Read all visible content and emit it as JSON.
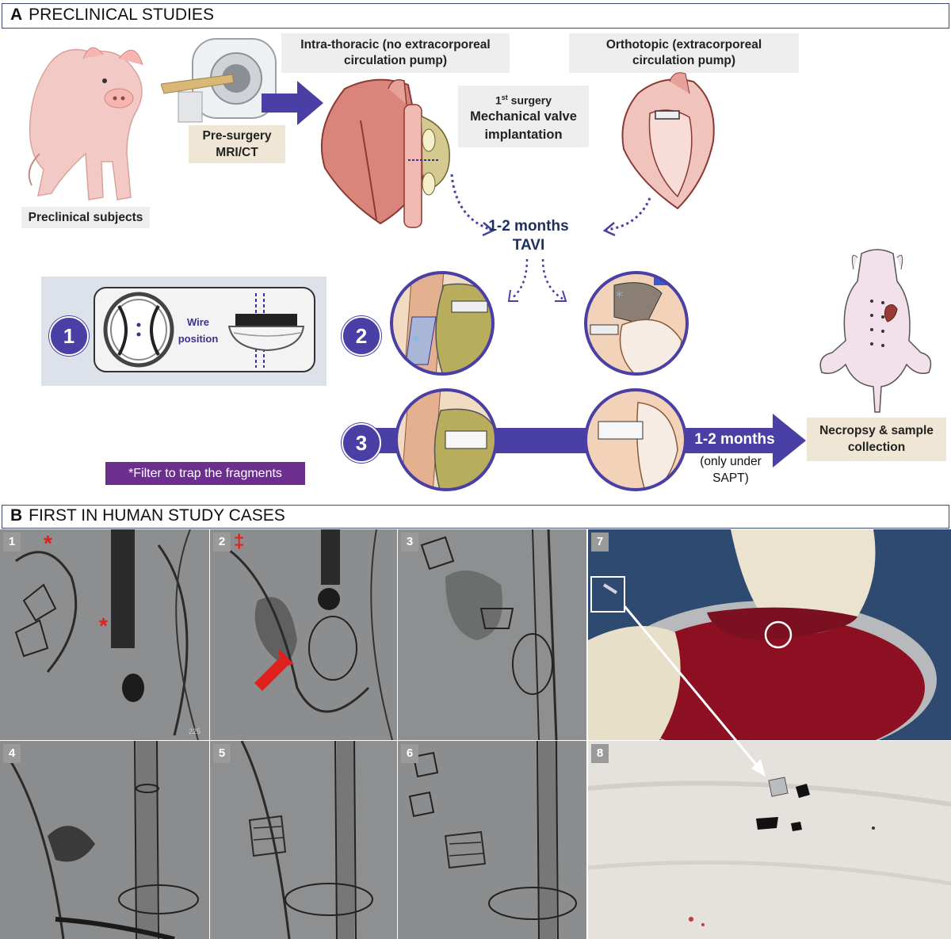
{
  "section_a": {
    "letter": "A",
    "title": "PRECLINICAL STUDIES",
    "preclinical_subjects": "Preclinical subjects",
    "presurgery_line1": "Pre-surgery",
    "presurgery_line2": "MRI/CT",
    "intrathoracic_line1": "Intra-thoracic (no extracorporeal",
    "intrathoracic_line2": "circulation pump)",
    "orthotopic_line1": "Orthotopic (extracorporeal",
    "orthotopic_line2": "circulation pump)",
    "surgery_ordinal": "1",
    "surgery_superscript": "st",
    "surgery_word": "surgery",
    "mechanical_line1": "Mechanical valve",
    "mechanical_line2": "implantation",
    "months_1": "1-2 months",
    "tavi": "TAVI",
    "step1": "1",
    "step2": "2",
    "step3": "3",
    "wire_line1": "Wire",
    "wire_line2": "position",
    "months_2": "1-2 months",
    "only_line1": "(only under",
    "only_line2": "SAPT)",
    "necropsy_line1": "Necropsy & sample",
    "necropsy_line2": "collection",
    "filter_note": "*Filter to trap the fragments"
  },
  "section_b": {
    "letter": "B",
    "title": "FIRST IN HUMAN STUDY CASES",
    "panels": [
      "1",
      "2",
      "3",
      "4",
      "5",
      "6",
      "7",
      "8"
    ],
    "marker_asterisk": "*",
    "marker_dagger": "‡",
    "scale_text": "225"
  },
  "colors": {
    "purple": "#4a3fa4",
    "navy": "#1f2f5e",
    "beige": "#efe6d6",
    "gray_box": "#eeeeee",
    "filter_box": "#6d2f8e",
    "red_marker": "#e0201c"
  },
  "icons": [
    "pig-illustration",
    "mri-scanner-icon",
    "heart-illustration",
    "valve-icon",
    "pig-necropsy-illustration",
    "red-arrow-icon"
  ]
}
